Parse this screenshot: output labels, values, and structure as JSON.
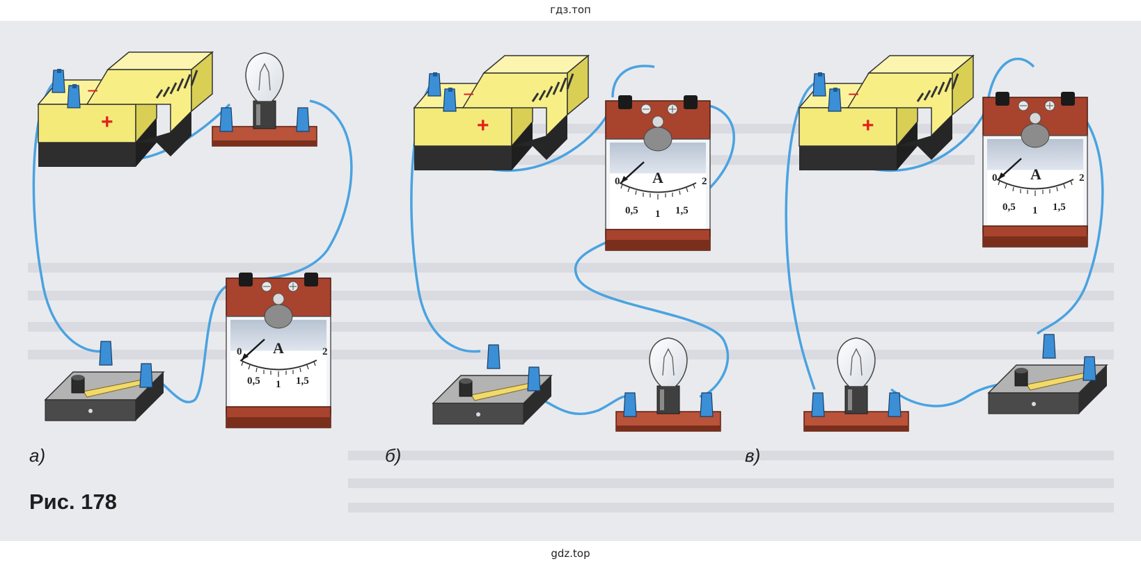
{
  "header": {
    "watermark_top": "гдз.топ"
  },
  "footer": {
    "watermark_bottom": "gdz.top"
  },
  "figure": {
    "caption": "Рис. 178",
    "panels": [
      {
        "label": "а)"
      },
      {
        "label": "б)"
      },
      {
        "label": "в)"
      }
    ],
    "battery": {
      "minus_label": "−",
      "plus_label": "+"
    },
    "ammeter": {
      "unit": "A",
      "scale_labels": [
        "0",
        "0,5",
        "1",
        "1,5",
        "2"
      ]
    }
  },
  "colors": {
    "wire": "#4aa3e0",
    "battery_body": "#f3ea7a",
    "battery_base": "#2e2e2e",
    "ammeter_case": "#a8432e",
    "clip": "#3b8fd6",
    "switch_base": "#4a4a4a",
    "page_background": "#e9eaee"
  }
}
